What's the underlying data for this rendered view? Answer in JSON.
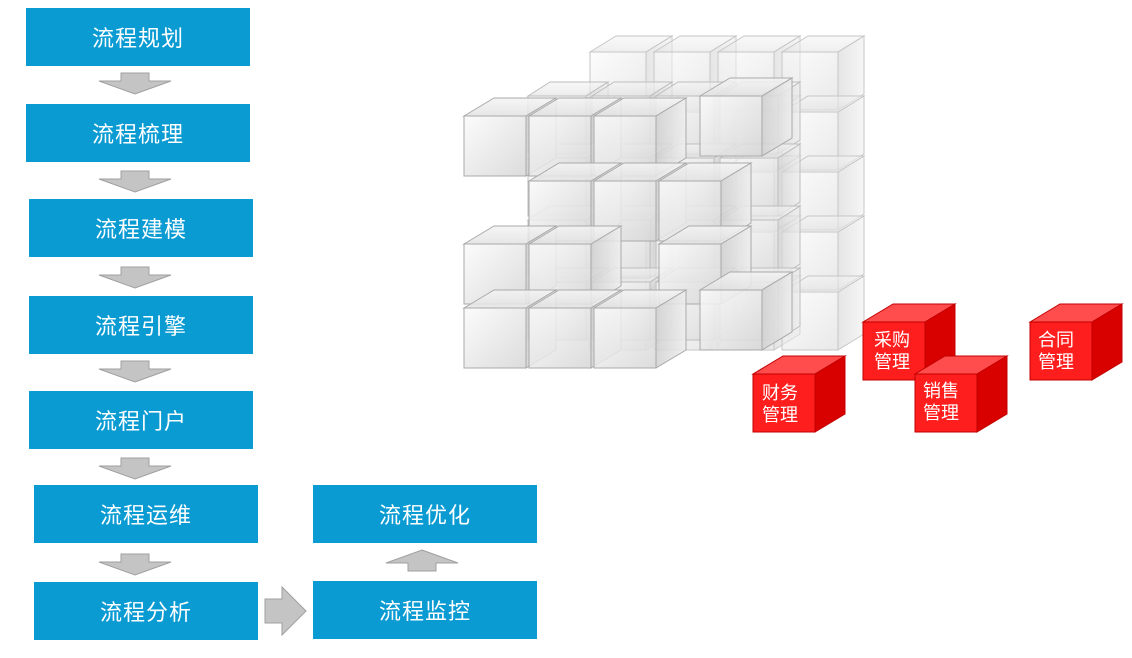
{
  "flow": {
    "steps": [
      "流程规划",
      "流程梳理",
      "流程建模",
      "流程引擎",
      "流程门户",
      "流程运维",
      "流程分析"
    ],
    "monitor": "流程监控",
    "optimize": "流程优化"
  },
  "modules": {
    "finance": [
      "财务",
      "管理"
    ],
    "purchase": [
      "采购",
      "管理"
    ],
    "sales": [
      "销售",
      "管理"
    ],
    "contract": [
      "合同",
      "管理"
    ]
  },
  "colors": {
    "step_blue": "#0a9bd3",
    "arrow_gray": "#b9b9b9",
    "module_red": "#ff1c1c"
  }
}
